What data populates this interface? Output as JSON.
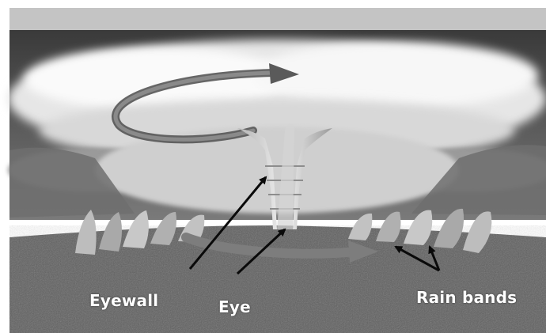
{
  "labels": {
    "eyewall": "Eyewall",
    "eye": "Eye",
    "rain_bands": "Rain bands"
  },
  "colors": {
    "sky": "#6e6e6e",
    "top_bar": "#c4c4c4",
    "cloud": "#f2f2f2",
    "ground": "#5f5f5f",
    "label_text": "#ffffff",
    "pointer": "#0a0a0a",
    "rotation_arrow": "#6f6f6f"
  },
  "icons": {
    "rotation": "curved-arrow-icon",
    "pointer": "black-arrow-icon"
  }
}
